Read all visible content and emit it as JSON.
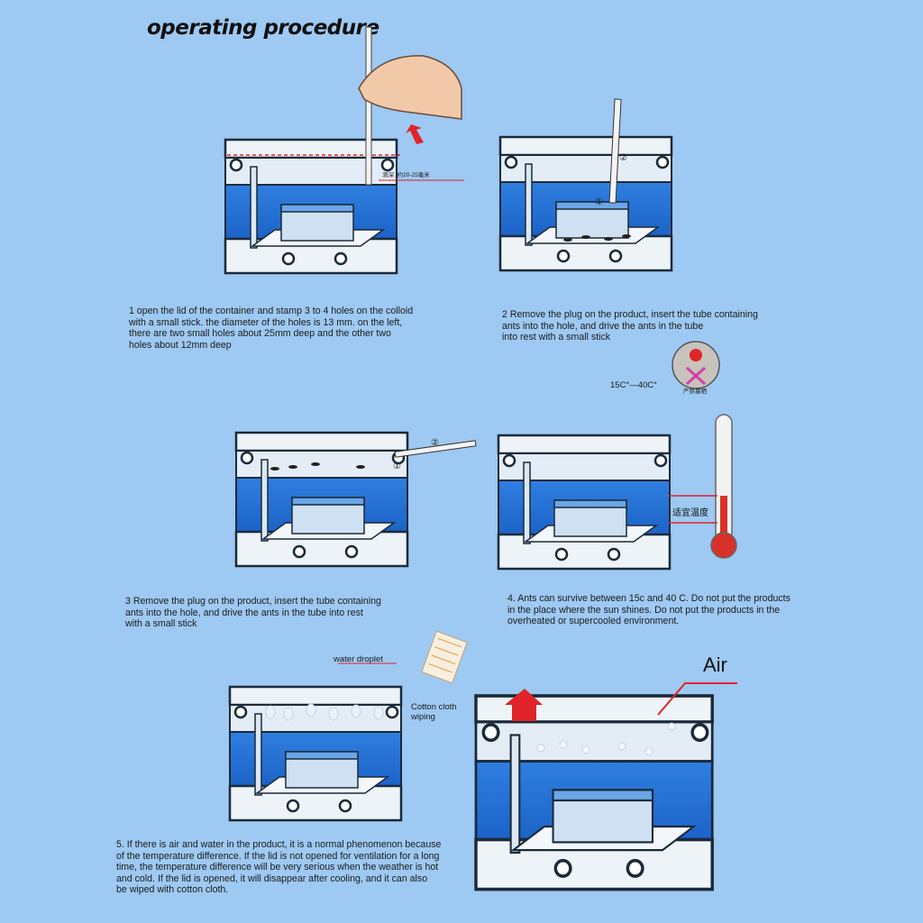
{
  "title": "operating procedure",
  "steps": [
    {
      "text": "1 open the lid of the container and stamp 3 to 4 holes on the colloid\nwith a small stick. the diameter of the holes is 13 mm. on the left,\nthere are two small holes about 25mm deep and the other two\nholes about 12mm deep"
    },
    {
      "text": "2 Remove the plug on the product, insert the tube containing\nants into the hole, and drive the ants in the tube\ninto rest with a small stick"
    },
    {
      "text": "3 Remove the plug on the product, insert the tube containing\nants into the hole, and drive the ants in the tube into rest\nwith a small stick"
    },
    {
      "text": "4. Ants can survive between 15c and 40 C. Do not put the products\nin the place where the sun shines. Do not put the products in the\noverheated or supercooled environment."
    },
    {
      "text": "5. If there is air and water in the product, it is a normal phenomenon because\nof the temperature difference. If the lid is not opened for ventilation for a long\ntime, the temperature difference will be very serious when the weather is hot\nand cold. If the lid is opened, it will disappear after cooling, and it can also\nbe wiped with cotton cloth."
    }
  ],
  "labels": {
    "temp_range": "15C°—40C°",
    "water_droplet": "water droplet",
    "cotton_cloth": "Cotton cloth\nwiping",
    "air": "Air",
    "depth_note": "洞深: 约20-25毫米",
    "no_sun": "严禁暴晒",
    "suitable_temp": "适宜温度",
    "marker_1": "①",
    "marker_2": "②"
  },
  "colors": {
    "background": "#9ec9f2",
    "water": "#1f6ed4",
    "glass": "#e6eef6",
    "arrow_red": "#e0242a",
    "thermometer_red": "#d8312a"
  }
}
